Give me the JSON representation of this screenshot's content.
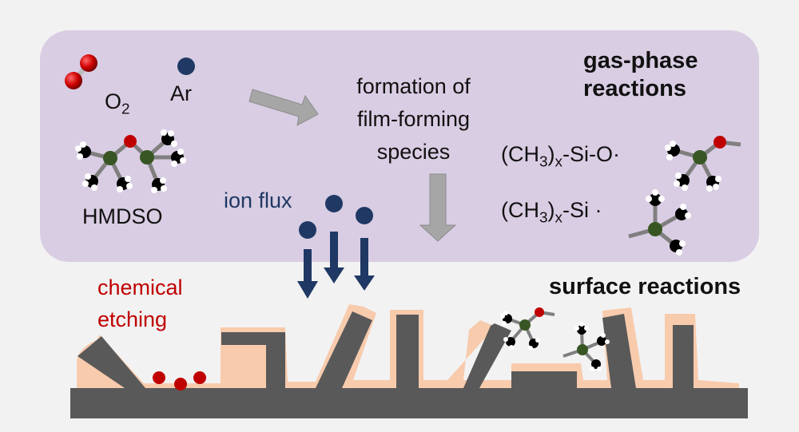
{
  "gas_phase": {
    "title_line1": "gas-phase",
    "title_line2": "reactions",
    "reactants": {
      "o2": {
        "base": "O",
        "sub": "2"
      },
      "ar": "Ar",
      "hmdso": "HMDSO"
    },
    "formation_line1": "formation of",
    "formation_line2": "film-forming",
    "formation_line3": "species",
    "species": [
      {
        "prefix": "(CH",
        "sub1": "3",
        "mid": ")",
        "sub2": "x",
        "suffix": "-Si-O·"
      },
      {
        "prefix": "(CH",
        "sub1": "3",
        "mid": ")",
        "sub2": "x",
        "suffix": "-Si ·"
      }
    ]
  },
  "ion_flux_label": "ion flux",
  "chemical_etching_line1": "chemical",
  "chemical_etching_line2": "etching",
  "surface_reactions_label": "surface reactions",
  "colors": {
    "panel": "#d9cde3",
    "substrate": "#595959",
    "film": "#f8cbad",
    "ion": "#1f3864",
    "oxygen": "#c00000",
    "silicon": "#375623",
    "arrow_gray": "#a6a6a6"
  }
}
